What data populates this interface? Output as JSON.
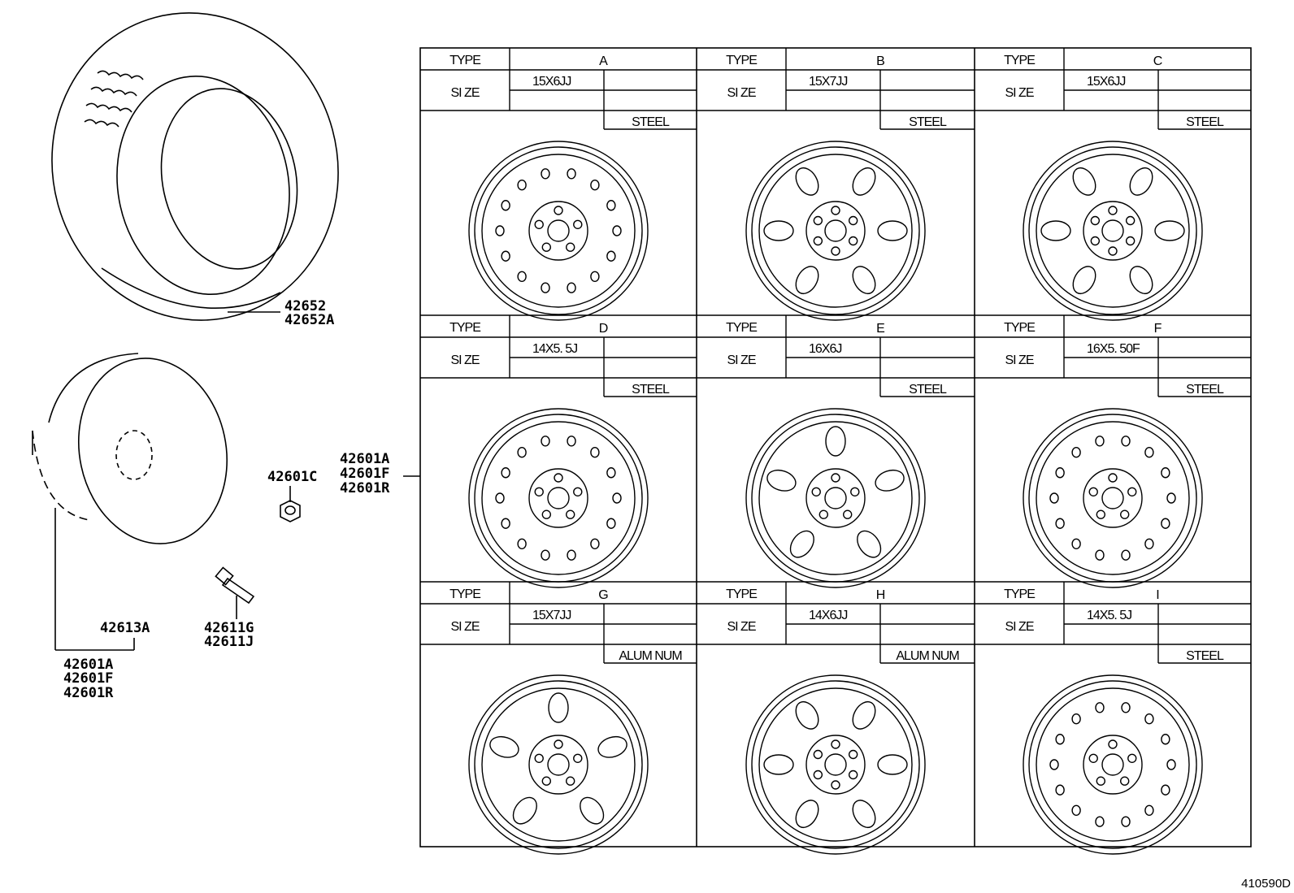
{
  "parts": {
    "tire": [
      "42652",
      "42652A"
    ],
    "spare_wheel_assy": [
      "42601A",
      "42601F",
      "42601R"
    ],
    "cover": "42613A",
    "nut": "42601C",
    "valve": [
      "42611G",
      "42611J"
    ],
    "wheel_group": [
      "42601A",
      "42601F",
      "42601R"
    ]
  },
  "table": {
    "type_label": "TYPE",
    "size_label": "SI ZE",
    "cells": [
      {
        "type": "A",
        "size": "15X6JJ",
        "material": "STEEL",
        "wheel": "steel-holes"
      },
      {
        "type": "B",
        "size": "15X7JJ",
        "material": "STEEL",
        "wheel": "steel-6-window"
      },
      {
        "type": "C",
        "size": "15X6JJ",
        "material": "STEEL",
        "wheel": "steel-6-spoke"
      },
      {
        "type": "D",
        "size": "14X5. 5J",
        "material": "STEEL",
        "wheel": "steel-holes-slots"
      },
      {
        "type": "E",
        "size": "16X6J",
        "material": "STEEL",
        "wheel": "steel-5-swirl"
      },
      {
        "type": "F",
        "size": "16X5. 50F",
        "material": "STEEL",
        "wheel": "steel-rings"
      },
      {
        "type": "G",
        "size": "15X7JJ",
        "material": "ALUM NUM",
        "wheel": "alloy-5-window"
      },
      {
        "type": "H",
        "size": "14X6JJ",
        "material": "ALUM NUM",
        "wheel": "alloy-6-window"
      },
      {
        "type": "I",
        "size": "14X5. 5J",
        "material": "STEEL",
        "wheel": "steel-holes-star"
      }
    ]
  },
  "diagram_id": "410590D"
}
